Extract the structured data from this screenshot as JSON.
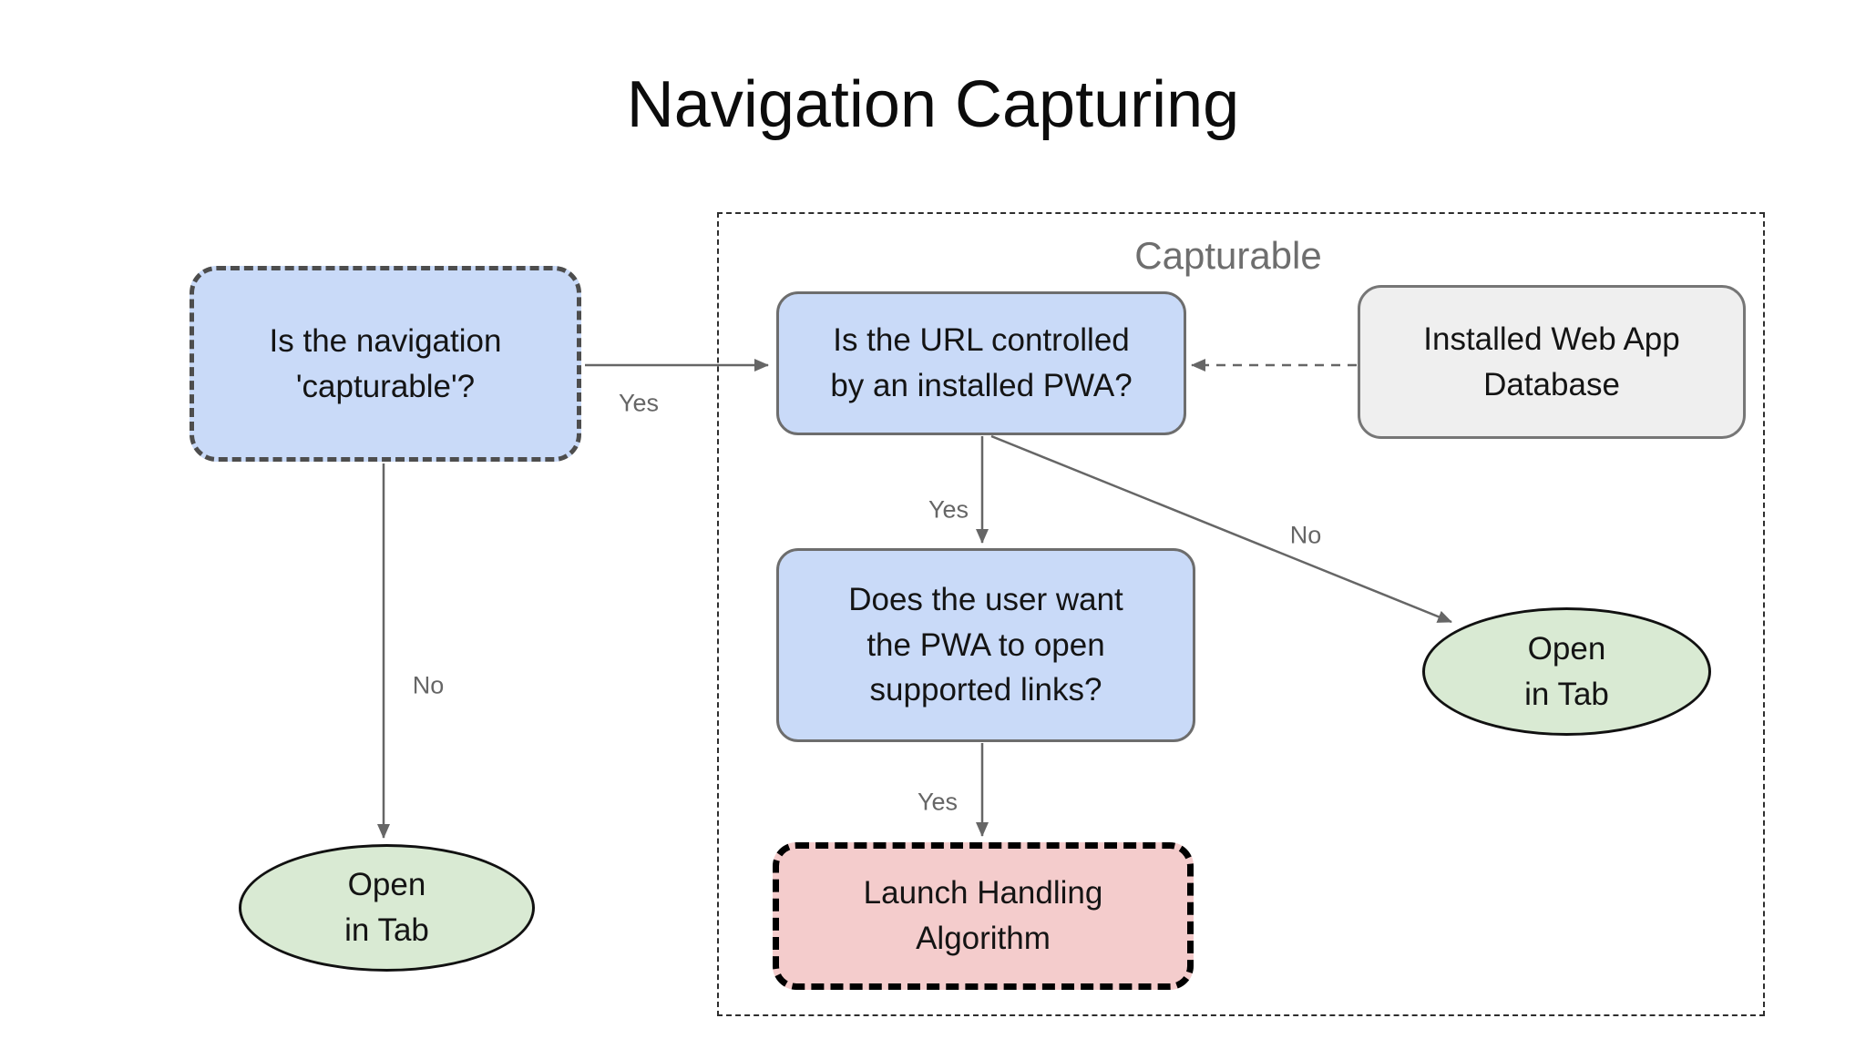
{
  "title": "Navigation Capturing",
  "group": {
    "label": "Capturable"
  },
  "nodes": {
    "nav_capturable": {
      "text": "Is the navigation\n'capturable'?"
    },
    "url_controlled": {
      "text": "Is the URL controlled\nby an installed PWA?"
    },
    "database": {
      "text": "Installed Web App\nDatabase"
    },
    "user_want": {
      "text": "Does the user want\nthe PWA to open\nsupported links?"
    },
    "launch_handling": {
      "text": "Launch Handling\nAlgorithm"
    },
    "open_in_tab_left": {
      "text": "Open\nin Tab"
    },
    "open_in_tab_right": {
      "text": "Open\nin Tab"
    }
  },
  "edge_labels": {
    "nav_yes": "Yes",
    "nav_no": "No",
    "url_yes": "Yes",
    "url_no": "No",
    "links_yes": "Yes"
  },
  "colors": {
    "decision_fill": "#c9daf8",
    "data_fill": "#efefef",
    "terminal_fill": "#d9ead3",
    "process_fill": "#f4cccc",
    "line": "#666666",
    "label_text": "#666666"
  }
}
